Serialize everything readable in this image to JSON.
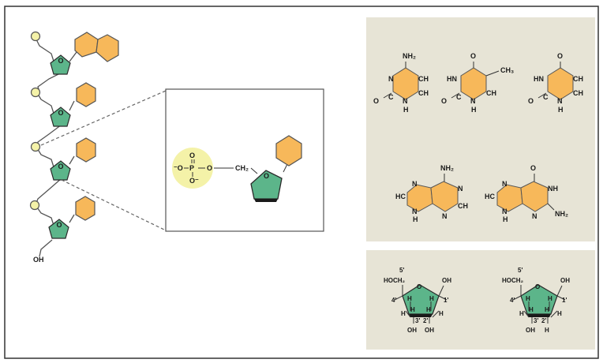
{
  "colors": {
    "sugar": "#5cb58a",
    "base": "#f7b85a",
    "phosphate": "#f4f2a8",
    "panel": "#e7e4d6",
    "line": "#444444"
  },
  "chain": {
    "terminal_label": "OH",
    "ring_label": "O"
  },
  "nucleotide": {
    "phosphate": {
      "neg_left": "⁻O",
      "p": "P",
      "o_top": "O",
      "o_bottom": "O⁻",
      "o_right": "O"
    },
    "ch2": "CH₂",
    "ring_o": "O"
  },
  "pyrimidines": {
    "cytosine": {
      "amino": "NH₂",
      "n3": "N",
      "ch5": "CH",
      "ch6": "CH",
      "o2": "O",
      "c2": "C",
      "nh": "N",
      "h": "H"
    },
    "thymine": {
      "o4": "O",
      "hn3": "HN",
      "methyl": "CH₃",
      "ch6": "CH",
      "o2": "O",
      "c2": "C",
      "nh": "N",
      "h": "H"
    },
    "uracil": {
      "o4": "O",
      "hn3": "HN",
      "ch5": "CH",
      "ch6": "CH",
      "o2": "O",
      "c2": "C",
      "nh": "N",
      "h": "H"
    }
  },
  "purines": {
    "adenine": {
      "amino": "NH₂",
      "n7": "N",
      "hc8": "HC",
      "n9": "N",
      "h9": "H",
      "n1": "N",
      "ch2": "CH",
      "n3": "N"
    },
    "guanine": {
      "o6": "O",
      "n7": "N",
      "hc8": "HC",
      "n9": "N",
      "h9": "H",
      "nh1": "NH",
      "n3": "N",
      "nh2": "NH₂"
    }
  },
  "sugars": {
    "ribose": {
      "p5": "5'",
      "hoch2": "HOCH₂",
      "o": "O",
      "oh1": "OH",
      "p4": "4'",
      "p1": "1'",
      "h4": "H",
      "h1": "H",
      "h3": "H",
      "h2": "H",
      "p3": "3'",
      "p2": "2'",
      "h3b": "H",
      "h1b": "H",
      "oh3": "OH",
      "oh2": "OH"
    },
    "deoxyribose": {
      "p5": "5'",
      "hoch2": "HOCH₂",
      "o": "O",
      "oh1": "OH",
      "p4": "4'",
      "p1": "1'",
      "h4": "H",
      "h1": "H",
      "h3": "H",
      "h2": "H",
      "p3": "3'",
      "p2": "2'",
      "h3b": "H",
      "h1b": "H",
      "oh3": "OH",
      "h2b": "H"
    }
  }
}
